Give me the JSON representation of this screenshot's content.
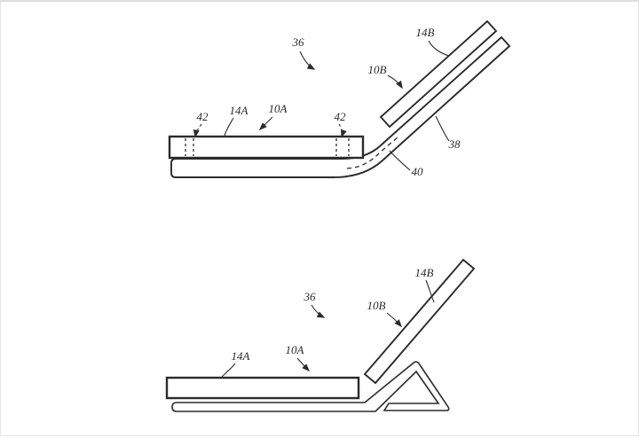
{
  "meta": {
    "background_color": "#ffffff",
    "line_color": "#2b2b2b",
    "page_border_color": "#e3e3e3",
    "drawing_style": "patent-line-art"
  },
  "fig1": {
    "name": "device-unfolded-view",
    "labels": {
      "assembly": "36",
      "fastener_left": "42",
      "display_a": "14A",
      "device_a": "10A",
      "fastener_right": "42",
      "display_b": "14B",
      "device_b": "10B",
      "flexible_portion": "38",
      "bend_region": "40"
    }
  },
  "fig2": {
    "name": "device-folded-stand-view",
    "labels": {
      "assembly": "36",
      "display_a": "14A",
      "device_a": "10A",
      "display_b": "14B",
      "device_b": "10B"
    }
  }
}
